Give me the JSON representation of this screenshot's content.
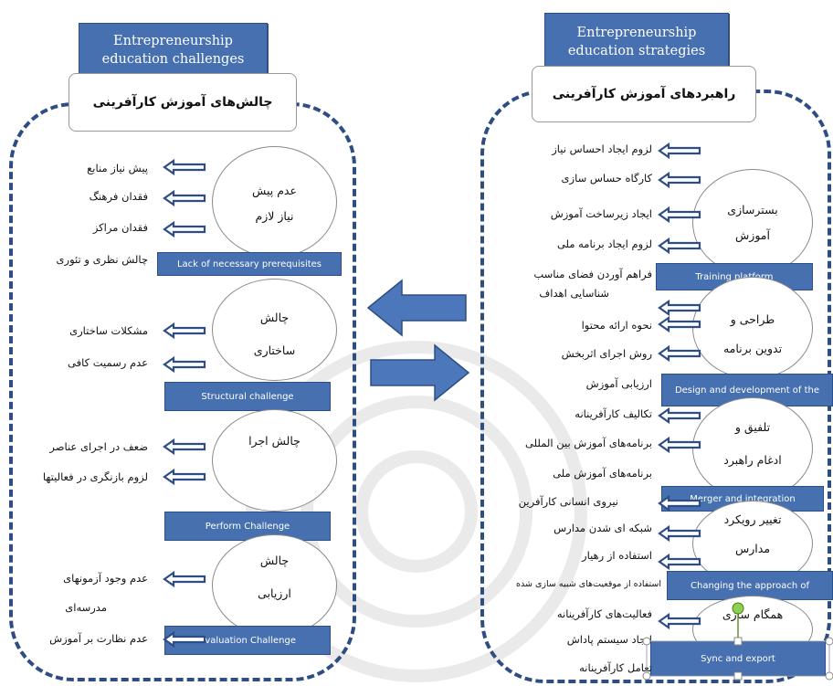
{
  "left": {
    "title_en": "Entrepreneurship\neducation challenges",
    "title_fa": "چالش‌های آموزش کارآفرینی",
    "groups": [
      {
        "circle": [
          "عدم پیش",
          "نیاز لازم"
        ],
        "bar": "Lack of necessary prerequisites",
        "items": [
          "پیش نیاز منابع",
          "فقدان فرهنگ",
          "فقدان مراکز",
          "چالش نظری و تئوری"
        ]
      },
      {
        "circle": [
          "چالش",
          "ساختاری"
        ],
        "bar": "Structural challenge",
        "items": [
          "مشکلات ساختاری",
          "عدم رسمیت کافی"
        ]
      },
      {
        "circle": [
          "چالش اجرا"
        ],
        "bar": "Perform Challenge",
        "items": [
          "ضعف در اجرای عناصر",
          "لزوم بازنگری در فعالیتها"
        ]
      },
      {
        "circle": [
          "چالش",
          "ارزیابی"
        ],
        "bar": "Evaluation Challenge",
        "items": [
          "عدم وجود آزمونهای",
          "مدرسه‌ای",
          "عدم نظارت بر آموزش"
        ]
      }
    ]
  },
  "right": {
    "title_en": "Entrepreneurship\neducation strategies",
    "title_fa": "راهبردهای آموزش کارآفرینی",
    "groups": [
      {
        "circle": [
          "بسترسازی",
          "آموزش"
        ],
        "bar": "Training platform",
        "items": [
          "لزوم ایجاد احساس نیاز",
          "کارگاه حساس سازی",
          "ایجاد زیرساخت آموزش",
          "لزوم ایجاد برنامه ملی",
          "فراهم آوردن فضای مناسب",
          "شناسایی اهداف"
        ]
      },
      {
        "circle": [
          "طراحی و",
          "تدوین برنامه"
        ],
        "bar": "Design and development of the",
        "items": [
          "نحوه ارائه محتوا",
          "روش اجرای اثربخش",
          "ارزیابی آموزش"
        ]
      },
      {
        "circle": [
          "تلفیق و",
          "ادغام راهبرد"
        ],
        "bar": "Merger and integration",
        "items": [
          "تکالیف کارآفرینانه",
          "برنامه‌های آموزش بین المللی",
          "برنامه‌های آموزش ملی"
        ]
      },
      {
        "circle": [
          "تغییر رویکرد",
          "مدارس"
        ],
        "bar": "Changing the approach of",
        "items": [
          "نیروی انسانی کارآفرین",
          "شبکه ای شدن مدارس",
          "استفاده از رهیار",
          "استفاده از موقعیت‌های شبیه سازی شده"
        ]
      },
      {
        "circle": [
          "همگام سازی"
        ],
        "bar": "Sync and export",
        "items": [
          "فعالیت‌های کارآفرینانه",
          "ایجاد سیستم پاداش",
          "تعامل کارآفرینانه"
        ]
      }
    ]
  }
}
